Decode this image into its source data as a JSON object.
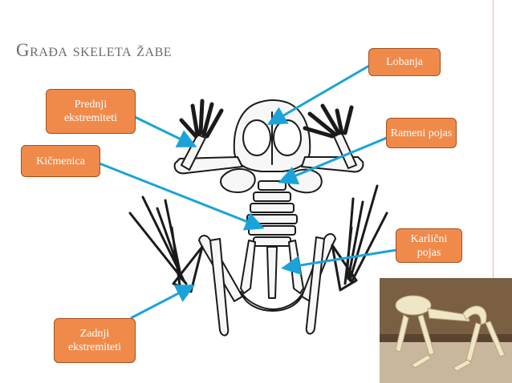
{
  "title": "Građa skeleta žabe",
  "labels": {
    "lobanja": "Lobanja",
    "prednji": "Prednji ekstremiteti",
    "rameni": "Rameni pojas",
    "kicmenica": "Kičmenica",
    "karlicni": "Karlični pojas",
    "zadnji": "Zadnji ekstremiteti"
  },
  "colors": {
    "label_fill": "#f08a4b",
    "label_border": "#a44e1f",
    "arrow": "#1aa3d9",
    "title": "#6b6b6b"
  }
}
